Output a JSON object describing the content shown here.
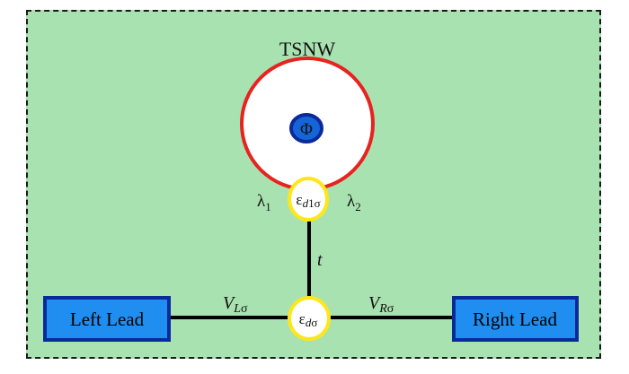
{
  "diagram": {
    "title": "TSNW",
    "flux_symbol": "Φ",
    "left_lead": "Left Lead",
    "right_lead": "Right Lead",
    "upper_dot": {
      "base": "ε",
      "sub_italic": "d",
      "sub_rest": "1σ"
    },
    "lower_dot": {
      "base": "ε",
      "sub_italic": "d",
      "sub_rest": "σ"
    },
    "lambda1": {
      "base": "λ",
      "sub": "1"
    },
    "lambda2": {
      "base": "λ",
      "sub": "2"
    },
    "hopping": "t",
    "coupling_left": {
      "base": "V",
      "sub_italic": "L",
      "sub_rest": "σ"
    },
    "coupling_right": {
      "base": "V",
      "sub_italic": "R",
      "sub_rest": "σ"
    },
    "colors": {
      "background": "#a9e2b1",
      "ring": "#e8231f",
      "dot_border": "#ffe61a",
      "lead_fill": "#1f8ef0",
      "lead_border": "#0b2a9a",
      "flux_fill": "#1565d8",
      "flux_border": "#0b2a9a",
      "wire": "#000000"
    }
  }
}
